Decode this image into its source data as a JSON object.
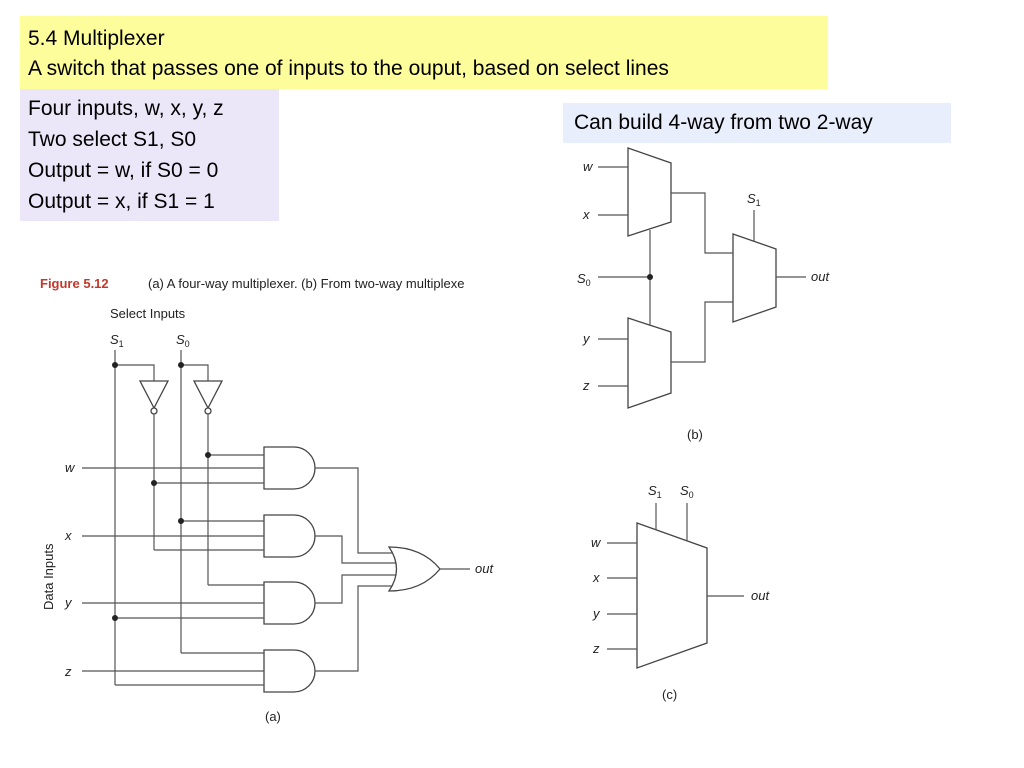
{
  "title": {
    "line1": "5.4 Multiplexer",
    "line2": "A switch that passes one of inputs to the ouput, based on select lines"
  },
  "description": {
    "lines": [
      "Four inputs, w, x, y, z",
      "Two select S1, S0",
      "Output = w, if S0 = 0",
      "Output = x, if S1 = 1"
    ]
  },
  "callout": {
    "text": "Can build 4-way from two 2-way"
  },
  "figure": {
    "number": "Figure 5.12",
    "caption": "(a) A four-way multiplexer. (b) From two-way multiplexe",
    "select_inputs_label": "Select Inputs",
    "data_inputs_label": "Data Inputs",
    "select_signal": "S",
    "s1_sub": "1",
    "s0_sub": "0",
    "inputs": [
      "w",
      "x",
      "y",
      "z"
    ],
    "output": "out",
    "part_a": "(a)",
    "part_b": "(b)",
    "part_c": "(c)"
  },
  "colors": {
    "figure_number": "#c0392b",
    "title_bg": "#fdfd9c",
    "description_bg": "#ece7f8",
    "callout_bg": "#e8eefb"
  }
}
